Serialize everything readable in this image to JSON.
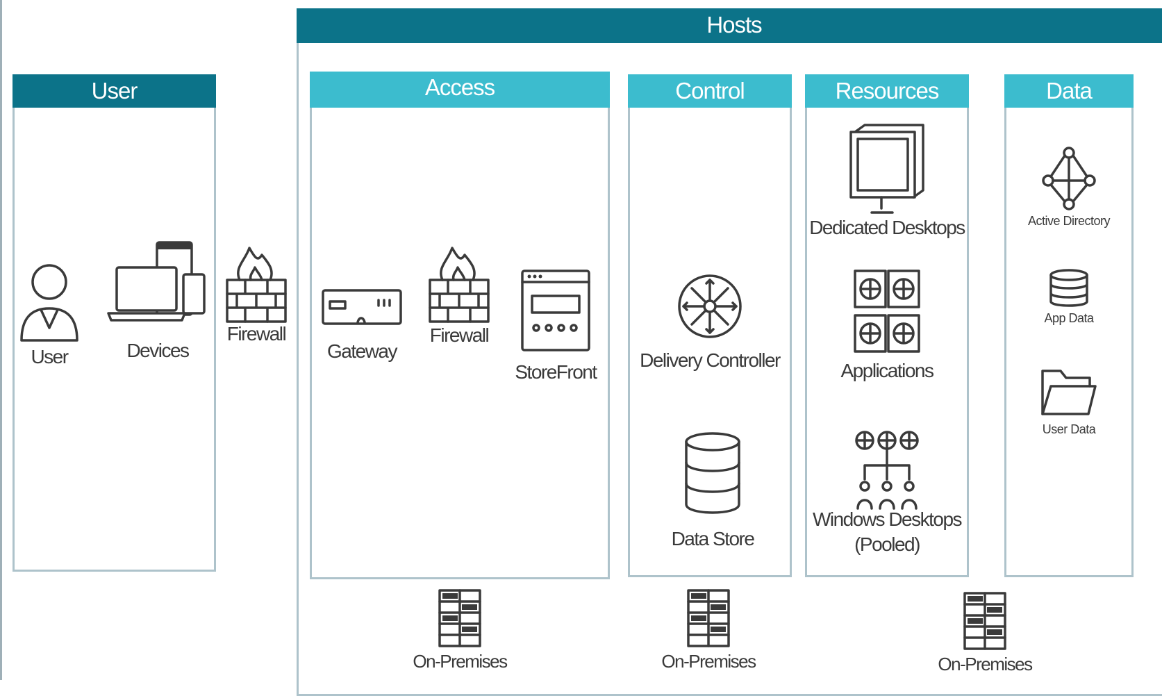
{
  "colors": {
    "header_dark": "#0c7389",
    "header_light": "#3cbcce",
    "border": "#aec3cb",
    "icon": "#3a3a3a"
  },
  "hosts": {
    "title": "Hosts"
  },
  "user_panel": {
    "title": "User",
    "items": [
      {
        "label": "User",
        "icon": "user-icon"
      },
      {
        "label": "Devices",
        "icon": "devices-icon"
      }
    ]
  },
  "firewall_outer": {
    "label": "Firewall",
    "icon": "firewall-icon"
  },
  "access_panel": {
    "title": "Access",
    "items": [
      {
        "label": "Gateway",
        "icon": "gateway-icon"
      },
      {
        "label": "Firewall",
        "icon": "firewall-icon"
      },
      {
        "label": "StoreFront",
        "icon": "storefront-icon"
      }
    ]
  },
  "control_panel": {
    "title": "Control",
    "items": [
      {
        "label": "Delivery Controller",
        "icon": "delivery-controller-icon"
      },
      {
        "label": "Data Store",
        "icon": "database-icon"
      }
    ]
  },
  "resources_panel": {
    "title": "Resources",
    "items": [
      {
        "label": "Dedicated Desktops",
        "icon": "monitor-icon"
      },
      {
        "label": "Applications",
        "icon": "applications-icon"
      },
      {
        "label": "Windows Desktops",
        "label2": "(Pooled)",
        "icon": "pooled-desktops-icon"
      }
    ]
  },
  "data_panel": {
    "title": "Data",
    "items": [
      {
        "label": "Active Directory",
        "icon": "active-directory-icon"
      },
      {
        "label": "App Data",
        "icon": "app-data-icon"
      },
      {
        "label": "User Data",
        "icon": "folder-icon"
      }
    ]
  },
  "footer": [
    {
      "label": "On-Premises",
      "icon": "server-rack-icon"
    },
    {
      "label": "On-Premises",
      "icon": "server-rack-icon"
    },
    {
      "label": "On-Premises",
      "icon": "server-rack-icon"
    }
  ]
}
